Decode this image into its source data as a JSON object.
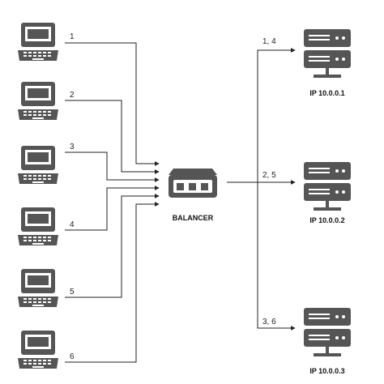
{
  "clients": [
    {
      "label": "1"
    },
    {
      "label": "2"
    },
    {
      "label": "3"
    },
    {
      "label": "4"
    },
    {
      "label": "5"
    },
    {
      "label": "6"
    }
  ],
  "balancer": {
    "label": "BALANCER"
  },
  "servers": [
    {
      "ip": "IP 10.0.0.1",
      "link_label": "1, 4"
    },
    {
      "ip": "IP 10.0.0.2",
      "link_label": "2, 5"
    },
    {
      "ip": "IP 10.0.0.3",
      "link_label": "3, 6"
    }
  ],
  "colors": {
    "device": "#555555",
    "device_light": "#ffffff",
    "line": "#222222"
  },
  "icons": {
    "client": "laptop-icon",
    "balancer": "router-icon",
    "server": "server-rack-icon"
  }
}
